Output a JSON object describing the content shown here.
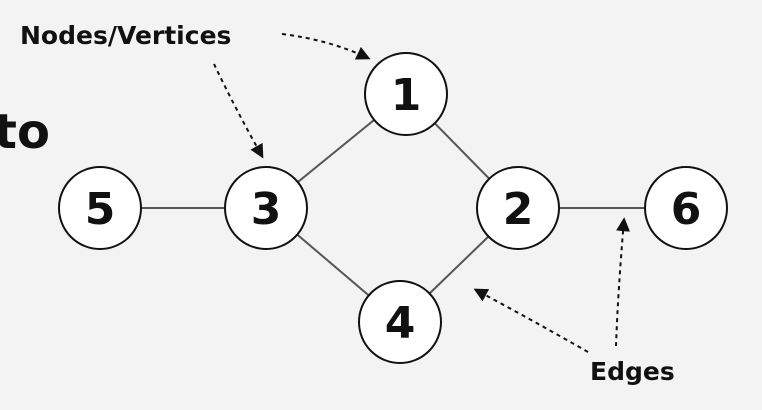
{
  "partial_text": "to",
  "annotations": {
    "nodes_label": "Nodes/Vertices",
    "edges_label": "Edges"
  },
  "nodes": [
    {
      "id": "1",
      "label": "1"
    },
    {
      "id": "2",
      "label": "2"
    },
    {
      "id": "3",
      "label": "3"
    },
    {
      "id": "4",
      "label": "4"
    },
    {
      "id": "5",
      "label": "5"
    },
    {
      "id": "6",
      "label": "6"
    }
  ],
  "edges": [
    {
      "from": "5",
      "to": "3"
    },
    {
      "from": "3",
      "to": "1"
    },
    {
      "from": "1",
      "to": "2"
    },
    {
      "from": "3",
      "to": "4"
    },
    {
      "from": "4",
      "to": "2"
    },
    {
      "from": "2",
      "to": "6"
    }
  ],
  "colors": {
    "background": "#f3f3f3",
    "node_fill": "#ffffff",
    "stroke": "#111111",
    "edge": "#555555"
  }
}
